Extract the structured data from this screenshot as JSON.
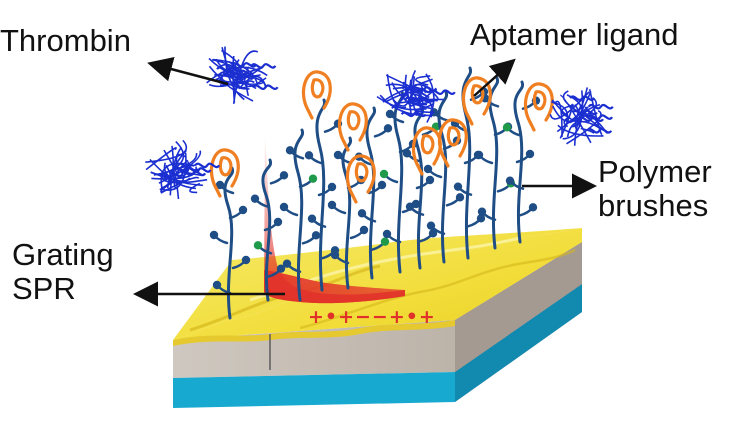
{
  "labels": {
    "thrombin": "Thrombin",
    "aptamer": "Aptamer ligand",
    "polymer_line1": "Polymer",
    "polymer_line2": "brushes",
    "grating_line1": "Grating",
    "grating_line2": "SPR"
  },
  "charges": "+•+−−+•+",
  "colors": {
    "gold": "#f3e24b",
    "substrate": "#c7bfb6",
    "glass": "#18a9d0",
    "brush": "#1f4e86",
    "aptamer": "#f07f21",
    "thrombin": "#1b2fd1",
    "binding_site": "#1f9a4a",
    "plasmon": "#e2322a"
  },
  "icons": [
    "thrombin-protein-icon",
    "aptamer-icon",
    "polymer-brush-icon",
    "plasmon-field-icon"
  ]
}
